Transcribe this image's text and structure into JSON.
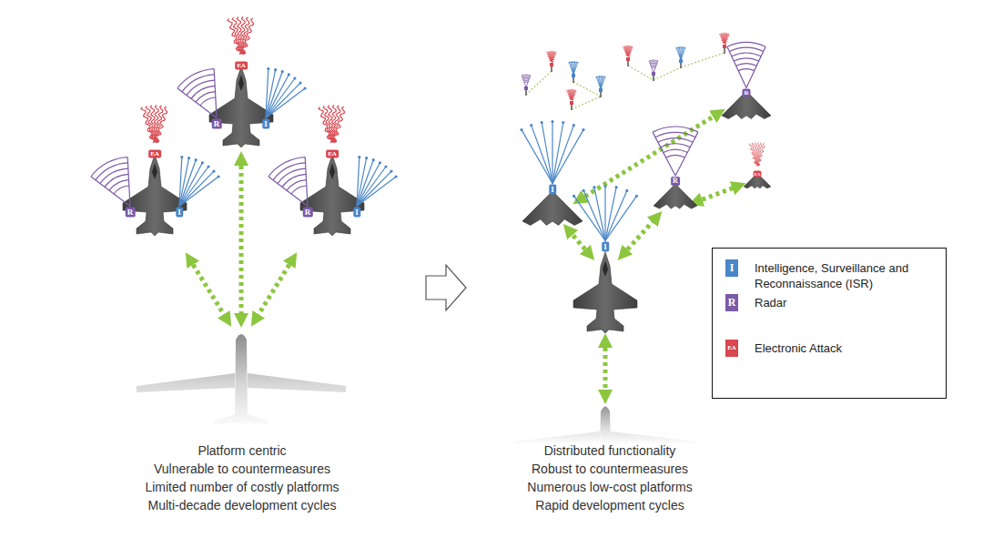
{
  "diagram": {
    "labels": [
      "Platform centric",
      "Vulnerable to countermeasures",
      "Limited number of costly platforms",
      "Multi-decade development cycles",
      "Distributed functionality",
      "Robust to countermeasures",
      "Numerous low-cost platforms",
      "Rapid development cycles",
      "EA",
      "R",
      "I",
      "EA",
      "R",
      "I",
      "EA",
      "R",
      "I",
      "I",
      "R",
      "R",
      "EA",
      "I",
      "I",
      "R",
      "EA"
    ],
    "legend": [
      {
        "text": "Intelligence, Surveillance and Reconnaissance (ISR)",
        "color": "#4a86c8"
      },
      {
        "text": "Radar",
        "color": "#7b5aa6"
      },
      {
        "text": "Electronic Attack",
        "color": "#d9474f"
      }
    ]
  }
}
